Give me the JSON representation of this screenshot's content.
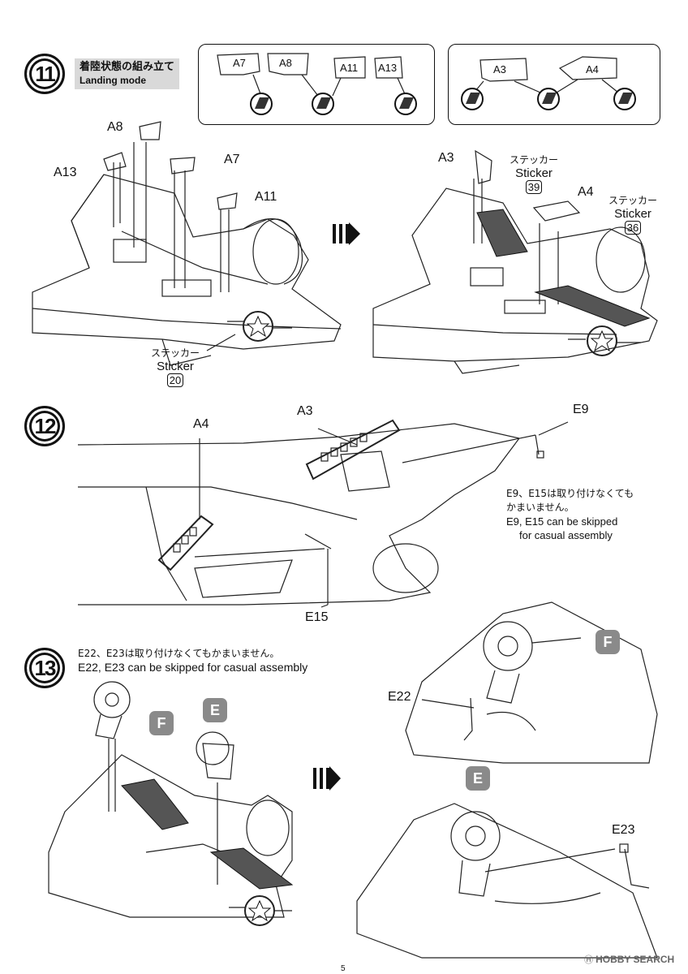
{
  "step11": {
    "number": "11",
    "title_jp": "着陸状態の組み立て",
    "title_en": "Landing mode",
    "legend_parts_left": [
      "A7",
      "A8",
      "A11",
      "A13"
    ],
    "legend_parts_right": [
      "A3",
      "A4"
    ],
    "parts": [
      "A8",
      "A13",
      "A7",
      "A11",
      "A3",
      "A4"
    ],
    "sticker_jp": "ステッカー",
    "sticker_en": "Sticker",
    "stickers": [
      "20",
      "39",
      "36"
    ]
  },
  "step12": {
    "number": "12",
    "parts": [
      "A4",
      "A3",
      "E9",
      "E15"
    ],
    "note_jp_1": "E9、E15は取り付けなくても",
    "note_jp_2": "かまいません。",
    "note_en_1": "E9, E15 can be skipped",
    "note_en_2": "for casual assembly"
  },
  "step13": {
    "number": "13",
    "note_jp": "E22、E23は取り付けなくてもかまいません。",
    "note_en": "E22, E23 can be skipped for casual assembly",
    "parts": [
      "E22",
      "E23"
    ],
    "badges": [
      "F",
      "E",
      "F",
      "E"
    ]
  },
  "footer": {
    "page": "5",
    "watermark": "HOBBY SEARCH"
  },
  "colors": {
    "ink": "#111111",
    "badge": "#8a8a8a",
    "tag": "#d9d9d9",
    "sticker_fill": "#555555"
  }
}
